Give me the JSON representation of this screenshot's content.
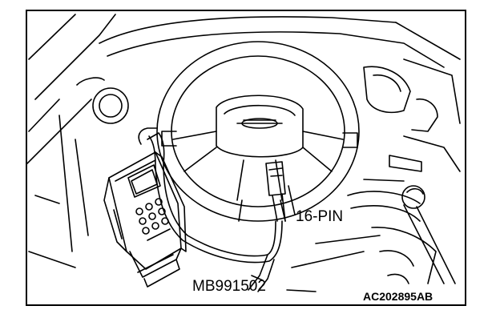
{
  "labels": {
    "connector": "16-PIN",
    "tester_part_number": "MB991502",
    "figure_id": "AC202895AB"
  },
  "colors": {
    "line": "#000000",
    "background": "#ffffff"
  }
}
